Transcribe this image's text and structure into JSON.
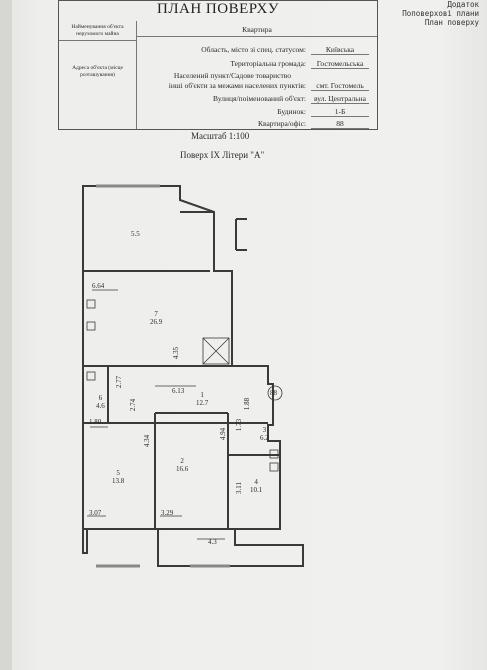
{
  "appendix": {
    "line1": "Додаток",
    "line2": "Поповерхові плани",
    "line3": "План поверху"
  },
  "header": {
    "title": "ПЛАН ПОВЕРХУ",
    "left_label_top": "Найменування об'єкта нерухомого майна",
    "left_label_bottom": "Адреса об'єкта (місце розташування)",
    "object_type": "Квартира",
    "rows": [
      {
        "label": "Область, місто зі спец. статусом:",
        "value": "Київська"
      },
      {
        "label": "Територіальна громада:",
        "value": "Гостомельська"
      },
      {
        "label": "Населений пункт/Садове товариство",
        "value": ""
      },
      {
        "label": "інші об'єкти за межами населених пунктів:",
        "value": "смт. Гостомель"
      },
      {
        "label": "Вулиця/поіменований об'єкт:",
        "value": "вул. Центральна"
      },
      {
        "label": "Будинок:",
        "value": "1-Б"
      },
      {
        "label": "Квартира/офіс:",
        "value": "88"
      }
    ]
  },
  "scale": "Масштаб 1:100",
  "floor_title": "Поверх IX Літери \"А\"",
  "apartment_marker": "88",
  "rooms": [
    {
      "num": "",
      "area": "5.5"
    },
    {
      "num": "7",
      "area": "26.9"
    },
    {
      "num": "6",
      "area": "4.6"
    },
    {
      "num": "1",
      "area": "12.7"
    },
    {
      "num": "3",
      "area": "6.2"
    },
    {
      "num": "2",
      "area": "16.6"
    },
    {
      "num": "4",
      "area": "10.1"
    },
    {
      "num": "5",
      "area": "13.8"
    }
  ],
  "dimensions": [
    "6.64",
    "4.35",
    "2.77",
    "6.13",
    "2.74",
    "1.88",
    "1.80",
    "4.34",
    "4.94",
    "1.73",
    "3.11",
    "3.07",
    "3.29",
    "4.3"
  ]
}
